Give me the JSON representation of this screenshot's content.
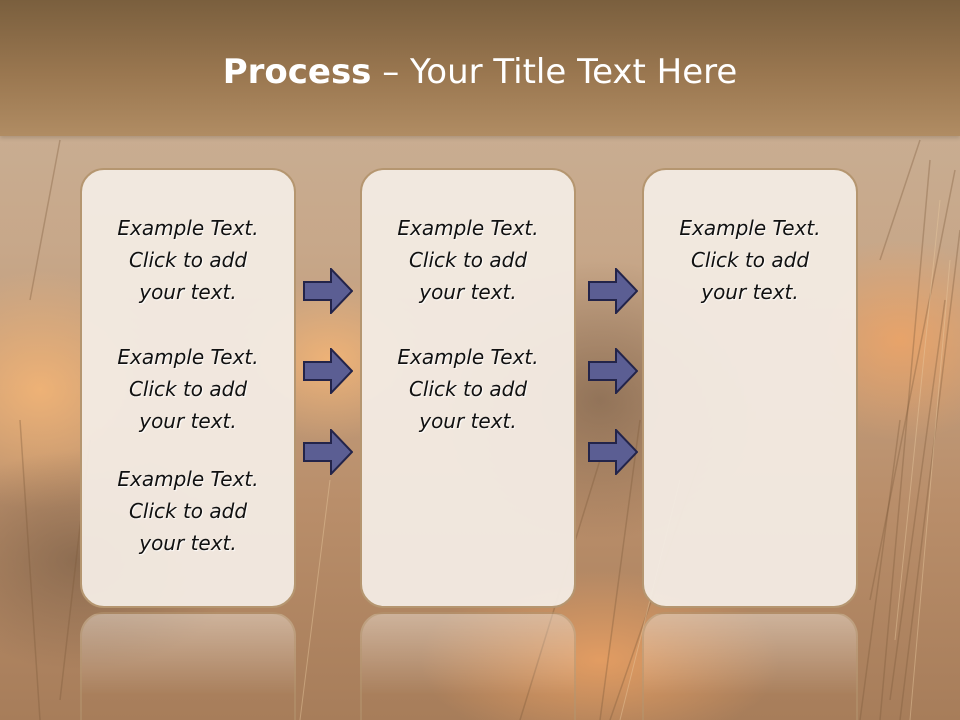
{
  "title": {
    "bold": "Process",
    "rest": " – Your Title Text Here"
  },
  "colors": {
    "title_bar": "#9a7750",
    "panel_fill": "#f2eae2",
    "panel_border": "#b59670",
    "arrow_fill": "#5b5e93",
    "arrow_stroke": "#23244a"
  },
  "panels": [
    {
      "blocks": [
        {
          "l1": "Example Text.",
          "l2": "Click  to add",
          "l3": "your text."
        },
        {
          "l1": "Example Text.",
          "l2": "Click  to add",
          "l3": "your text."
        },
        {
          "l1": "Example Text.",
          "l2": "Click  to add",
          "l3": "your text."
        }
      ]
    },
    {
      "blocks": [
        {
          "l1": "Example Text.",
          "l2": "Click  to add",
          "l3": "your text."
        },
        {
          "l1": "Example Text.",
          "l2": "Click  to add",
          "l3": "your text."
        }
      ]
    },
    {
      "blocks": [
        {
          "l1": "Example Text.",
          "l2": "Click  to add",
          "l3": "your text."
        }
      ]
    }
  ],
  "arrows": [
    "arrow-right-icon",
    "arrow-right-icon",
    "arrow-right-icon",
    "arrow-right-icon",
    "arrow-right-icon",
    "arrow-right-icon"
  ]
}
